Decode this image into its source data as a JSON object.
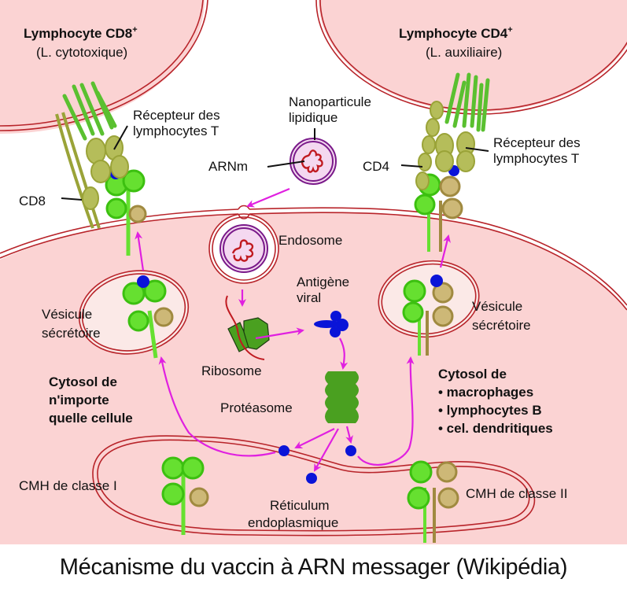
{
  "colors": {
    "cytosol": "#fbd3d3",
    "membrane": "#b8242a",
    "arrow": "#e020e0",
    "mhc_green": "#66e030",
    "tcr_olive": "#b5bd5a",
    "mhc_tan": "#cdb877",
    "antigen_blue": "#0a14d8",
    "organelle_green": "#4aa020",
    "lipid_purple": "#7a1a8a"
  },
  "cells": {
    "cd8": {
      "title": "Lymphocyte CD8",
      "superscript": "+",
      "subtitle": "(L. cytotoxique)"
    },
    "cd4": {
      "title": "Lymphocyte CD4",
      "superscript": "+",
      "subtitle": "(L. auxiliaire)"
    }
  },
  "labels": {
    "tcr_left": [
      "Récepteur des",
      "lymphocytes T"
    ],
    "tcr_right": [
      "Récepteur des",
      "lymphocytes T"
    ],
    "cd8": "CD8",
    "cd4": "CD4",
    "nanoparticle": [
      "Nanoparticule",
      "lipidique"
    ],
    "mrna": "ARNm",
    "endosome": "Endosome",
    "antigen": [
      "Antigène",
      "viral"
    ],
    "ribosome": "Ribosome",
    "proteasome": "Protéasome",
    "vesicle_left": [
      "Vésicule",
      "sécrétoire"
    ],
    "vesicle_right": [
      "Vésicule",
      "sécrétoire"
    ],
    "cytosol_left": [
      "Cytosol de",
      "n'importe",
      "quelle cellule"
    ],
    "cytosol_right": [
      "Cytosol de",
      "• macrophages",
      "• lymphocytes B",
      "• cel. dendritiques"
    ],
    "mhc1": "CMH de classe I",
    "mhc2": "CMH de classe II",
    "er": [
      "Réticulum",
      "endoplasmique"
    ]
  },
  "caption": "Mécanisme du vaccin à ARN messager (Wikipédia)"
}
